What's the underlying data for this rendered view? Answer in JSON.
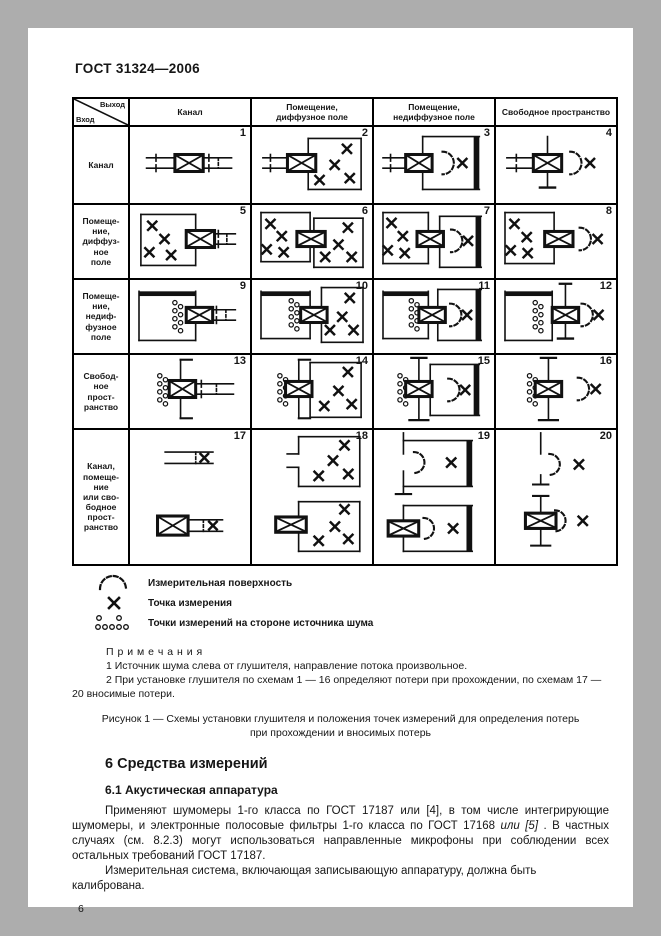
{
  "page": {
    "doc_header": "ГОСТ 31324—2006",
    "page_number": "6"
  },
  "table": {
    "corner": {
      "top": "Выход",
      "bottom": "Вход"
    },
    "col_headers": [
      "Канал",
      "Помещение,\nдиффузное поле",
      "Помещение,\nнедиффузное поле",
      "Свободное пространство"
    ],
    "rows": [
      {
        "header": "Канал",
        "cells": [
          {
            "num": "1",
            "scheme": "duct-to-duct"
          },
          {
            "num": "2",
            "scheme": "duct-to-diffuse-room"
          },
          {
            "num": "3",
            "scheme": "duct-to-nondiffuse-room"
          },
          {
            "num": "4",
            "scheme": "duct-to-free-space"
          }
        ]
      },
      {
        "header": "Помеще-\nние,\nдиффуз-\nное\nполе",
        "cells": [
          {
            "num": "5",
            "scheme": "diffuse-room-to-duct"
          },
          {
            "num": "6",
            "scheme": "diffuse-room-to-diffuse-room"
          },
          {
            "num": "7",
            "scheme": "diffuse-room-to-nondiffuse-room"
          },
          {
            "num": "8",
            "scheme": "diffuse-room-to-free-space"
          }
        ]
      },
      {
        "header": "Помеще-\nние,\nнедиф-\nфузное\nполе",
        "cells": [
          {
            "num": "9",
            "scheme": "nondiffuse-room-to-duct"
          },
          {
            "num": "10",
            "scheme": "nondiffuse-room-to-diffuse-room"
          },
          {
            "num": "11",
            "scheme": "nondiffuse-room-to-nondiffuse-room"
          },
          {
            "num": "12",
            "scheme": "nondiffuse-room-to-free-space"
          }
        ]
      },
      {
        "header": "Свобод-\nное\nпрост-\nранство",
        "cells": [
          {
            "num": "13",
            "scheme": "free-space-to-duct"
          },
          {
            "num": "14",
            "scheme": "free-space-to-diffuse-room"
          },
          {
            "num": "15",
            "scheme": "free-space-to-nondiffuse-room"
          },
          {
            "num": "16",
            "scheme": "free-space-to-free-space"
          }
        ]
      },
      {
        "header": "Канал,\nпомеще-\nние\nили сво-\nбодное\nпрост-\nранство",
        "cells": [
          {
            "num": "17",
            "scheme": "insertion-duct"
          },
          {
            "num": "18",
            "scheme": "insertion-diffuse-room"
          },
          {
            "num": "19",
            "scheme": "insertion-nondiffuse-room"
          },
          {
            "num": "20",
            "scheme": "insertion-free-space"
          }
        ]
      }
    ]
  },
  "legend": [
    {
      "symbol": "measurement-surface",
      "label": "Измерительная поверхность"
    },
    {
      "symbol": "measurement-point",
      "label": "Точка измерения"
    },
    {
      "symbol": "source-side-points",
      "label": "Точки измерений на стороне источника шума"
    }
  ],
  "notes": {
    "title": "П р и м е ч а н и я",
    "items": [
      "1 Источник шума слева от глушителя, направление потока произвольное.",
      "2 При установке глушителя по схемам 1 — 16 определяют потери при прохождении, по схемам 17 — 20 вносимые потери."
    ]
  },
  "caption": {
    "line1": "Рисунок 1 — Схемы установки глушителя и положения точек измерений для определения потерь",
    "line2": "при прохождении и вносимых потерь"
  },
  "section": {
    "heading": "6 Средства измерений",
    "subheading": "6.1 Акустическая аппаратура",
    "p1a": "Применяют шумомеры 1-го класса по ГОСТ 17187 или [4], в том числе интегрирующие шумомеры, и электронные полосовые фильтры 1-го класса по ГОСТ 17168 ",
    "p1_italic": "или [5]",
    "p1b": " . В частных случаях (см. 8.2.3) могут использоваться направленные микрофоны при соблюдении всех остальных требований ГОСТ 17187.",
    "p2": "Измерительная система, включающая записывающую аппаратуру, должна быть калибрована."
  }
}
